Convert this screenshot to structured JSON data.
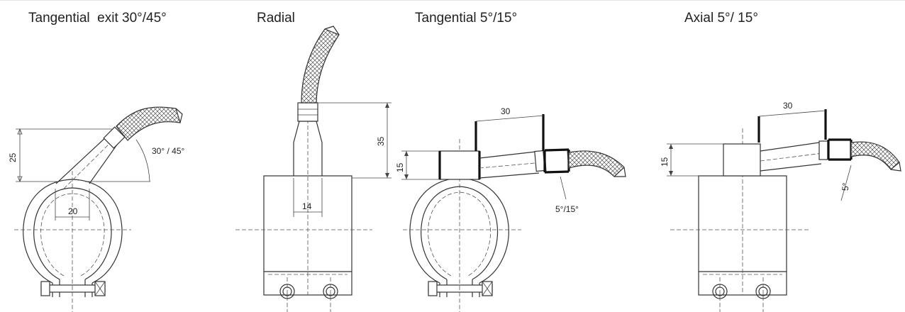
{
  "titles": {
    "tangential_exit": "Tangential  exit 30°/45°",
    "radial": "Radial",
    "tangential": "Tangential 5°/15°",
    "axial": "Axial 5°/ 15°"
  },
  "dimensions": {
    "tangential_exit_height": "25",
    "tangential_exit_width": "20",
    "tangential_exit_angle": "30° / 45°",
    "radial_height": "35",
    "radial_width": "14",
    "tangential_length": "30",
    "tangential_height": "15",
    "tangential_angle": "5°/15°",
    "axial_length": "30",
    "axial_height": "15",
    "axial_angle": "5°"
  },
  "colors": {
    "line": "#333333",
    "background": "#ffffff"
  }
}
